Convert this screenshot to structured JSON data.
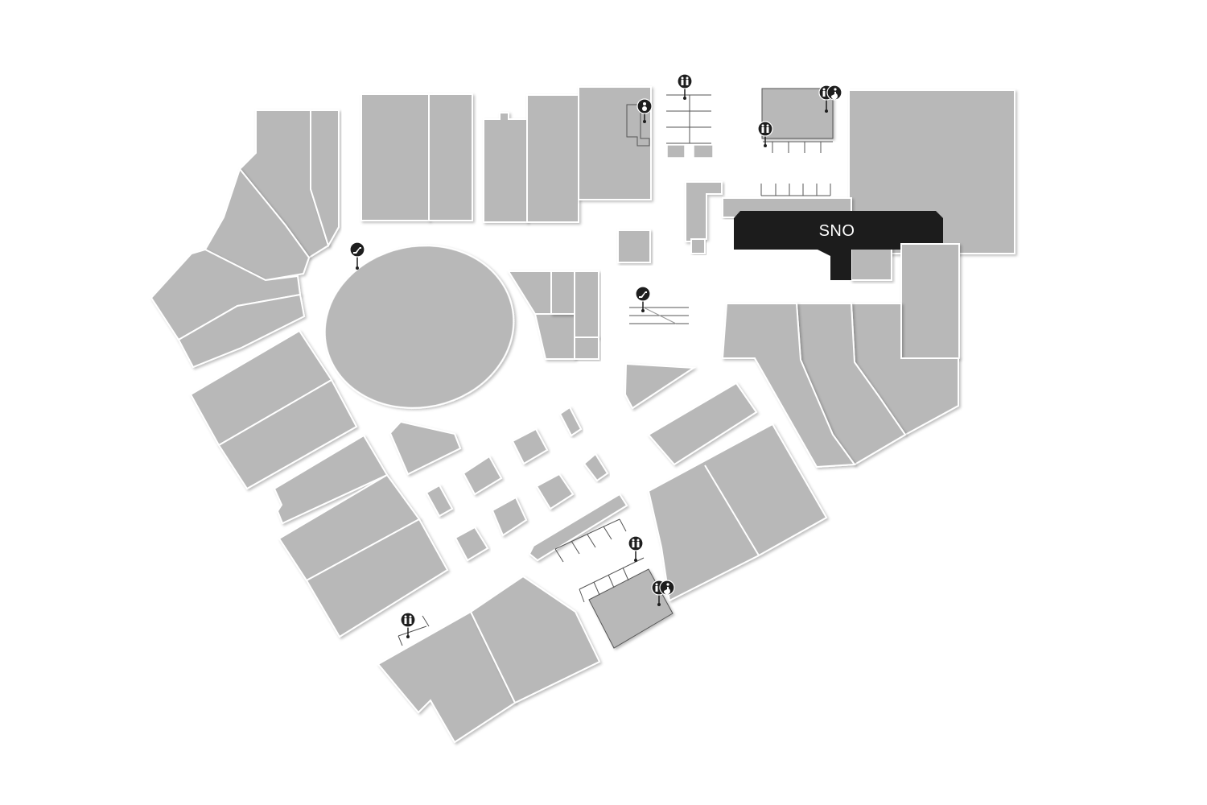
{
  "map": {
    "highlighted_store": {
      "label": "SNO",
      "color": "#1c1c1c"
    },
    "store_color": "#b8b8b8",
    "background_color": "#ffffff",
    "amenities": [
      {
        "type": "restroom",
        "icon": "restroom-icon"
      },
      {
        "type": "restroom-accessible",
        "icon": "accessible-restroom-icon"
      },
      {
        "type": "escalator",
        "icon": "escalator-icon"
      },
      {
        "type": "baby-change",
        "icon": "baby-change-icon"
      }
    ]
  }
}
